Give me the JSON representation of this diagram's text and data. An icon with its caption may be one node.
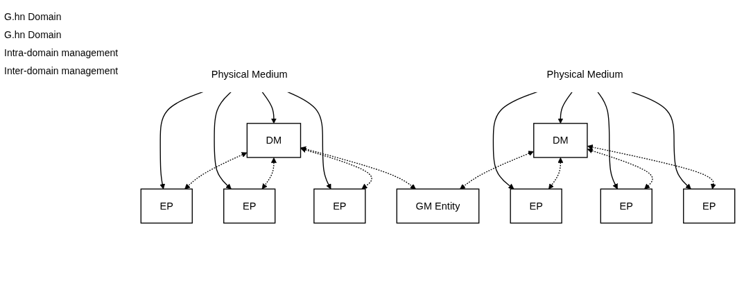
{
  "diagram": {
    "nodes": [
      {
        "text": [
          "Physical Medium"
        ]
      },
      {
        "text": [
          "DM"
        ]
      },
      {
        "text": [
          "EP"
        ]
      },
      {
        "text": [
          "EP"
        ]
      },
      {
        "text": [
          "EP"
        ]
      },
      {
        "text": [
          "Physical Medium"
        ]
      },
      {
        "text": [
          "DM"
        ]
      },
      {
        "text": [
          "EP"
        ]
      },
      {
        "text": [
          "EP"
        ]
      },
      {
        "text": [
          "EP"
        ]
      },
      {
        "text": [
          "GM Entity"
        ]
      }
    ],
    "edges": [
      {
        "from": 0,
        "to": 1,
        "arrow": "to"
      },
      {
        "from": 0,
        "to": 2,
        "arrow": "to"
      },
      {
        "from": 0,
        "to": 3,
        "arrow": "to"
      },
      {
        "from": 0,
        "to": 4,
        "arrow": "to"
      },
      {
        "from": 5,
        "to": 6,
        "arrow": "to"
      },
      {
        "from": 5,
        "to": 7,
        "arrow": "to"
      },
      {
        "from": 5,
        "to": 8,
        "arrow": "to"
      },
      {
        "from": 5,
        "to": 9,
        "arrow": "to"
      },
      {
        "from": 1,
        "to": 2,
        "arrow": "both",
        "style": "dashed"
      },
      {
        "from": 1,
        "to": 3,
        "arrow": "both",
        "style": "dashed"
      },
      {
        "from": 1,
        "to": 4,
        "arrow": "both",
        "style": "dashed"
      },
      {
        "from": 6,
        "to": 7,
        "arrow": "both",
        "style": "dashed"
      },
      {
        "from": 6,
        "to": 8,
        "arrow": "both",
        "style": "dashed"
      },
      {
        "from": 6,
        "to": 9,
        "arrow": "both",
        "style": "dashed"
      },
      {
        "from": 1,
        "to": 10,
        "arrow": "both",
        "style": "dashed"
      },
      {
        "from": 6,
        "to": 10,
        "arrow": "both",
        "style": "dashed"
      }
    ],
    "labels": [
      "G.hn Domain",
      "G.hn Domain",
      "Intra-domain management",
      "Inter-domain management"
    ]
  }
}
